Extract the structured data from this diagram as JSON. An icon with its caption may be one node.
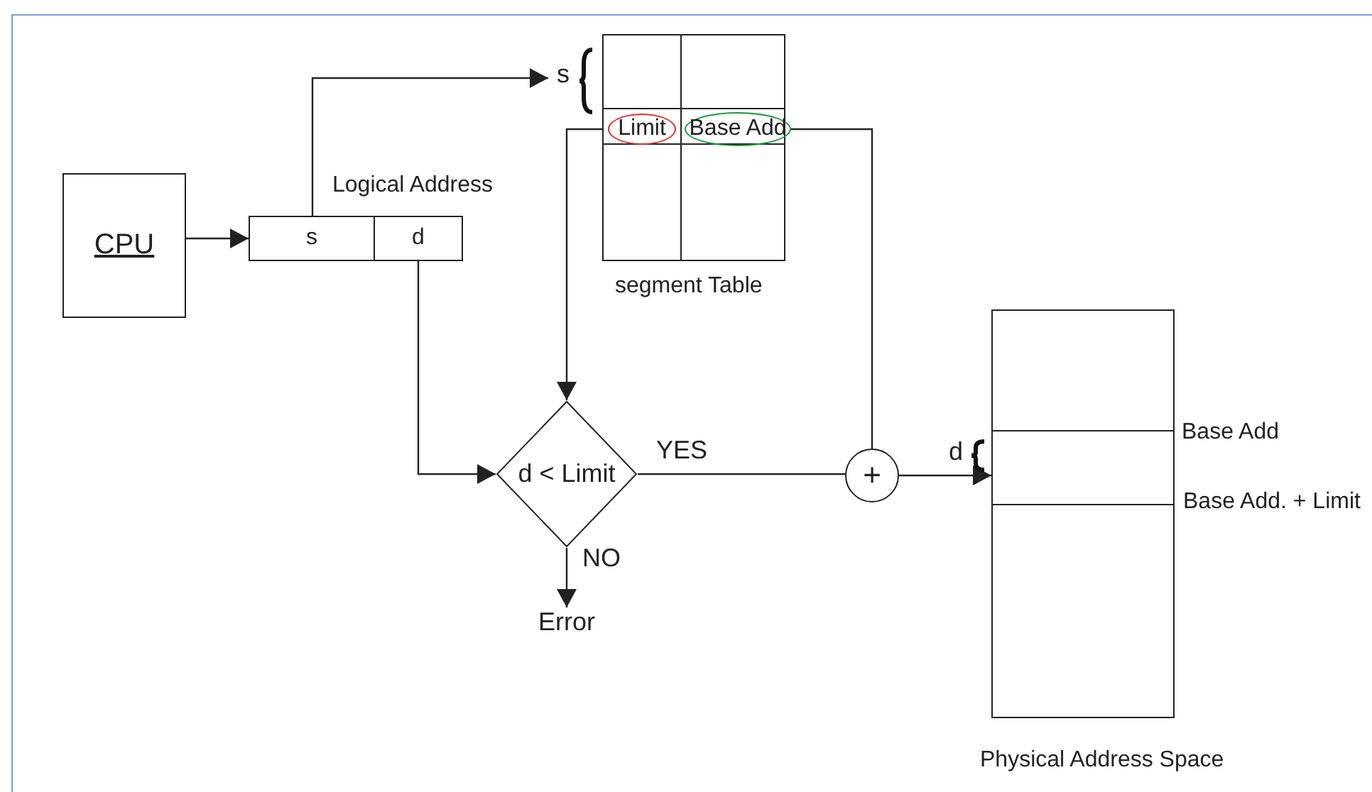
{
  "diagram": {
    "nodes": [
      {
        "text": [
          "CPU"
        ]
      },
      {
        "text": [
          "Logical Address"
        ]
      },
      {
        "text": [
          "s"
        ],
        "in": 1
      },
      {
        "text": [
          "d"
        ],
        "in": 1
      },
      {
        "text": [
          "segment Table"
        ],
        "beside": [
          "s"
        ]
      },
      {
        "text": [
          "Limit"
        ],
        "in": 4
      },
      {
        "text": [
          "Base Add"
        ],
        "in": 4
      },
      {
        "text": [
          "d < Limit"
        ]
      },
      {
        "text": [
          "+"
        ]
      },
      {
        "text": [
          "Error"
        ]
      },
      {
        "text": [
          "Physical Address Space"
        ]
      },
      {
        "text": [],
        "shape": "box",
        "in": 10,
        "beside": [
          "d",
          "Base Add",
          "Base Add. + Limit"
        ]
      }
    ],
    "edges": [
      {
        "from": 0,
        "to": 1,
        "arrow": "to"
      },
      {
        "from": 2,
        "to": 4,
        "arrow": "to"
      },
      {
        "from": 3,
        "to": 7,
        "arrow": "to"
      },
      {
        "from": 5,
        "to": 7,
        "arrow": "to"
      },
      {
        "from": 6,
        "to": 8,
        "arrow": "none"
      },
      {
        "from": 7,
        "to": 8,
        "arrow": "none",
        "label": "YES"
      },
      {
        "from": 7,
        "to": 9,
        "arrow": "to",
        "label": "NO"
      },
      {
        "from": 8,
        "to": 11,
        "arrow": "to"
      }
    ]
  }
}
